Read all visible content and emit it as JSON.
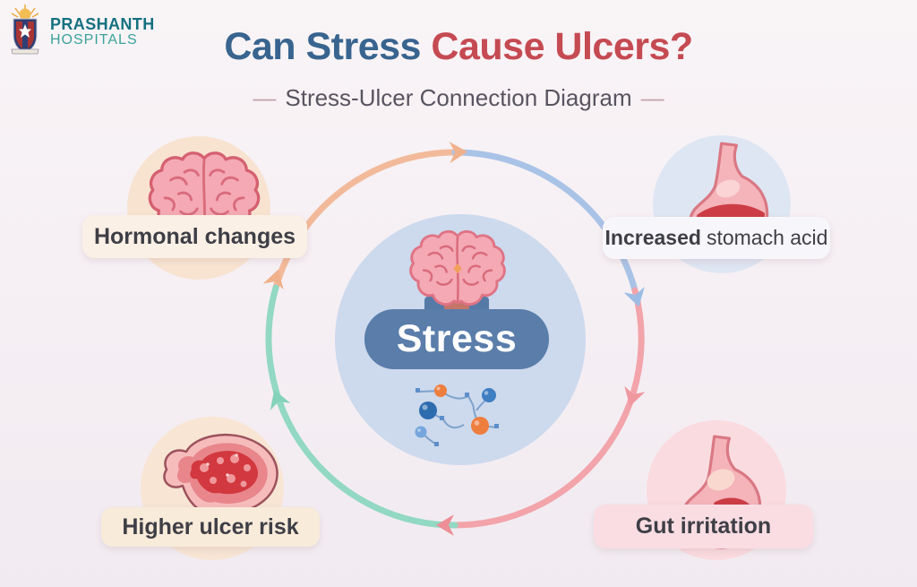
{
  "logo": {
    "name": "PRASHANTH",
    "subname": "HOSPITALS",
    "emblem_icon": "hospital-shield-emblem-icon"
  },
  "header": {
    "title_blue": "Can Stress ",
    "title_red": "Cause Ulcers?",
    "subtitle": "Stress-Ulcer Connection Diagram",
    "dash": "—"
  },
  "diagram": {
    "center": {
      "label": "Stress",
      "icons": [
        "brain-icon",
        "molecule-network-icon"
      ]
    },
    "nodes": [
      {
        "id": "hormonal-changes",
        "label": "Hormonal changes",
        "icon": "brain-icon",
        "position": "top-left"
      },
      {
        "id": "increased-stomach-acid",
        "label_bold": "Increased",
        "label_rest": "stomach acid",
        "icon": "stomach-acid-icon",
        "position": "top-right"
      },
      {
        "id": "higher-ulcer-risk",
        "label": "Higher ulcer risk",
        "icon": "ulcer-icon",
        "position": "bottom-left"
      },
      {
        "id": "gut-irritation",
        "label": "Gut irritation",
        "icon": "stomach-irritation-icon",
        "position": "bottom-right"
      }
    ],
    "cycle": {
      "direction": "clockwise",
      "segment_colors": {
        "top_left": "#f2ba9a",
        "top_right": "#a9c3e7",
        "right_bottom": "#f2a4aa",
        "bottom_left": "#92d8c2"
      }
    }
  },
  "colors": {
    "background": "#f5eff4",
    "title_blue": "#38648f",
    "title_red": "#c54a52",
    "stress_pill": "#5a7daa",
    "center_circle": "#cdd9ed",
    "node_top_left": "#f8e3d1",
    "node_top_right": "#dfe6f3",
    "node_bottom_left": "#f8e5d4",
    "node_bottom_right": "#fadbe0",
    "logo_teal_dark": "#14707f",
    "logo_teal_light": "#39a29a"
  }
}
